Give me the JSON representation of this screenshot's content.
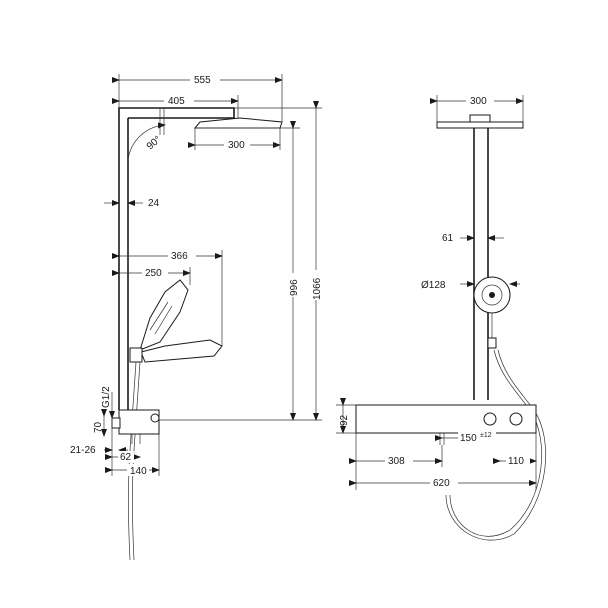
{
  "side_view": {
    "dims": {
      "d555": "555",
      "d405": "405",
      "d90": "90°",
      "d300": "300",
      "d24": "24",
      "d366": "366",
      "d250": "250",
      "d996": "996",
      "d1066": "1066",
      "dG12": "G1/2",
      "d70": "70",
      "d2126": "21-26",
      "d62": "62",
      "d140": "140"
    }
  },
  "front_view": {
    "dims": {
      "d300": "300",
      "d61": "61",
      "d128": "Ø128",
      "d92": "92",
      "d308": "308",
      "d150": "150",
      "d150tol": "±12",
      "d110": "110",
      "d620": "620"
    }
  }
}
